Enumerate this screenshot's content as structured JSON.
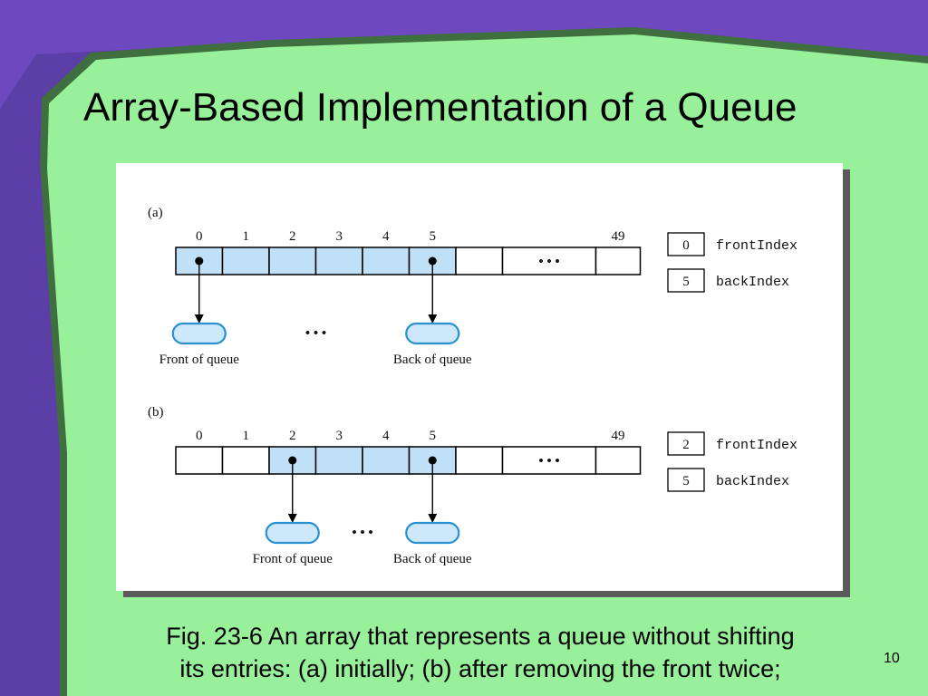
{
  "title": "Array-Based Implementation of a Queue",
  "caption": {
    "line1": "Fig. 23-6 An array that represents a queue without shifting",
    "line2": "its entries: (a) initially; (b) after removing the front twice;"
  },
  "page_number": "10",
  "colors": {
    "slide_background": "#5b3fa6",
    "content_background": "#98f09a",
    "occupied_cell": "#bfe0f7",
    "node_stroke": "#2a90cf"
  },
  "figure": {
    "panels": [
      {
        "label": "(a)",
        "indices": [
          "0",
          "1",
          "2",
          "3",
          "4",
          "5",
          "49"
        ],
        "occupied_cells": [
          0,
          1,
          2,
          3,
          4,
          5
        ],
        "front_cell": 0,
        "back_cell": 5,
        "ellipsis": "• • •",
        "front_label": "Front of queue",
        "back_label": "Back of queue",
        "front_index": {
          "value": "0",
          "name": "frontIndex"
        },
        "back_index": {
          "value": "5",
          "name": "backIndex"
        }
      },
      {
        "label": "(b)",
        "indices": [
          "0",
          "1",
          "2",
          "3",
          "4",
          "5",
          "49"
        ],
        "occupied_cells": [
          2,
          3,
          4,
          5
        ],
        "front_cell": 2,
        "back_cell": 5,
        "ellipsis": "• • •",
        "front_label": "Front of queue",
        "back_label": "Back of queue",
        "front_index": {
          "value": "2",
          "name": "frontIndex"
        },
        "back_index": {
          "value": "5",
          "name": "backIndex"
        }
      }
    ]
  }
}
